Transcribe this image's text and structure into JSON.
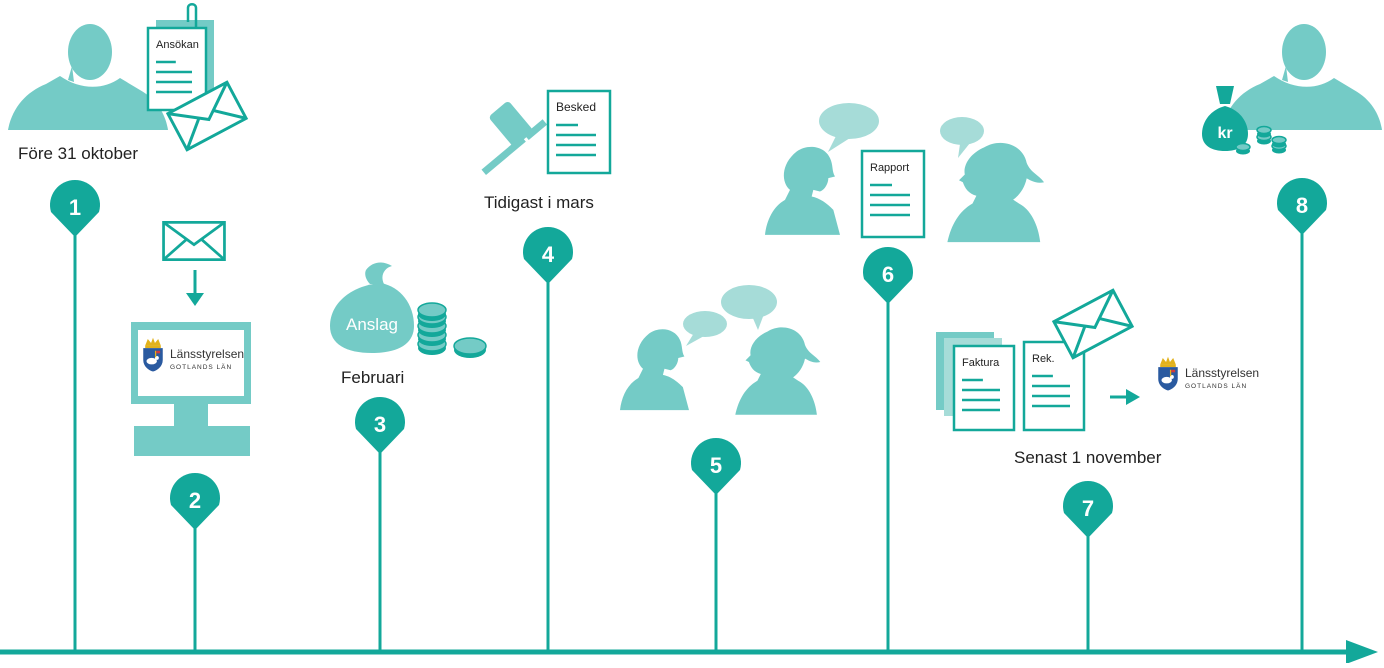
{
  "colors": {
    "teal": "#13a89a",
    "light_teal": "#74cbc6",
    "bubble": "#a6dcd8",
    "text": "#222222",
    "crest_blue": "#2a5aa0",
    "crest_gold": "#e2b21c"
  },
  "steps": [
    {
      "number": "1",
      "caption": "Före 31 oktober",
      "doc_label": "Ansökan",
      "icons": [
        "person-icon",
        "application-document-icon",
        "envelope-icon"
      ]
    },
    {
      "number": "2",
      "caption": "",
      "logo": {
        "name": "Länsstyrelsen",
        "sub": "GOTLANDS LÄN"
      },
      "icons": [
        "envelope-icon",
        "arrow-down-icon",
        "computer-monitor-icon"
      ]
    },
    {
      "number": "3",
      "caption": "Februari",
      "bag_label": "Anslag",
      "icons": [
        "money-bag-icon",
        "coins-icon"
      ]
    },
    {
      "number": "4",
      "caption": "Tidigast i mars",
      "doc_label": "Besked",
      "icons": [
        "gavel-icon",
        "decision-document-icon"
      ]
    },
    {
      "number": "5",
      "caption": "",
      "icons": [
        "conversation-icon"
      ]
    },
    {
      "number": "6",
      "caption": "",
      "doc_label": "Rapport",
      "icons": [
        "conversation-icon",
        "report-document-icon"
      ]
    },
    {
      "number": "7",
      "caption": "Senast 1 november",
      "doc_labels": [
        "Faktura",
        "Rek."
      ],
      "logo": {
        "name": "Länsstyrelsen",
        "sub": "GOTLANDS LÄN"
      },
      "icons": [
        "invoice-icon",
        "receipt-icon",
        "envelope-icon",
        "arrow-right-icon"
      ]
    },
    {
      "number": "8",
      "caption": "",
      "bag_label": "kr",
      "icons": [
        "person-icon",
        "money-bag-icon",
        "coins-icon"
      ]
    }
  ]
}
